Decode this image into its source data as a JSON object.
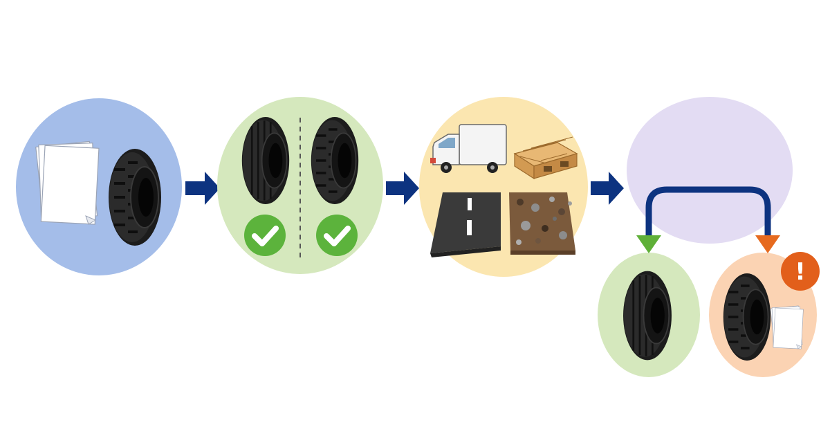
{
  "diagram": {
    "steps": [
      {
        "id": "documents-and-tire",
        "color": "#a4bde9"
      },
      {
        "id": "tire-comparison-approved",
        "color": "#d5e8bd"
      },
      {
        "id": "usage-conditions",
        "color": "#fbe6b0"
      },
      {
        "id": "outcome-split",
        "color": "#e3dcf3"
      }
    ],
    "outcomes": [
      {
        "id": "outcome-accepted",
        "color": "#d5e8bd",
        "arrow_color": "#5fb038"
      },
      {
        "id": "outcome-warning",
        "color": "#fbd3b3",
        "arrow_color": "#e66a1f",
        "badge_symbol": "!"
      }
    ],
    "colors": {
      "flow_arrow": "#0d3380",
      "check_badge": "#5cb33c",
      "tire": "#1b1b1b",
      "warning_badge": "#e25f1b"
    },
    "icons": [
      "document-stack-icon",
      "tire-icon",
      "check-icon",
      "truck-icon",
      "pallet-icon",
      "asphalt-road-icon",
      "gravel-road-icon",
      "warning-icon"
    ]
  }
}
